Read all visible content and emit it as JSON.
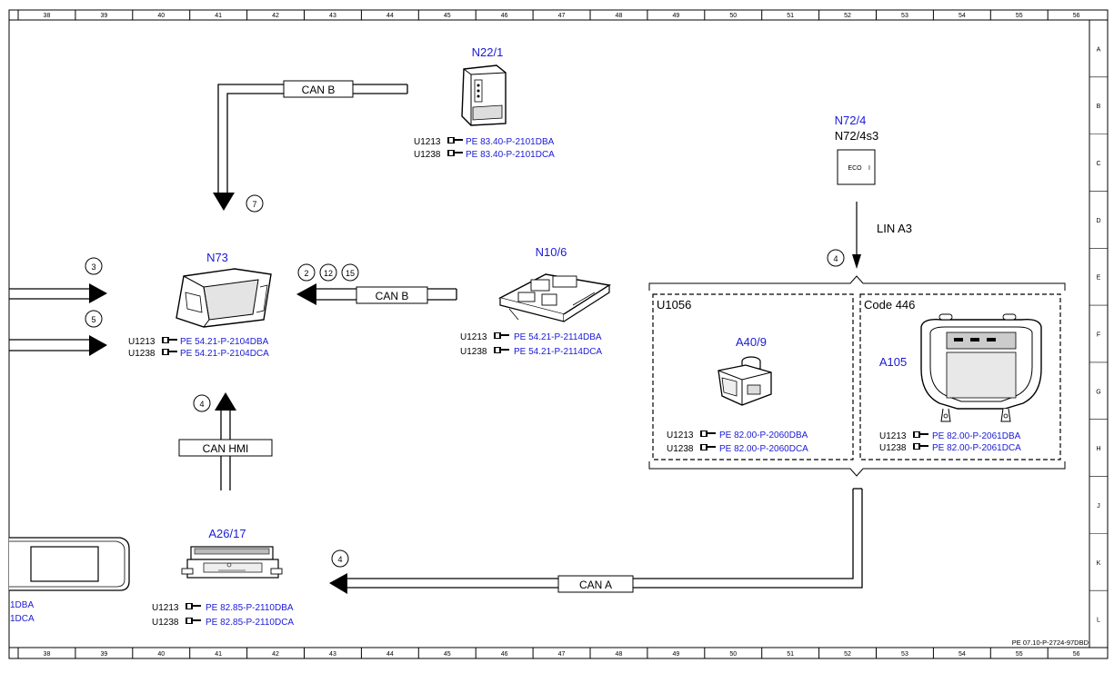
{
  "columns": [
    "38",
    "39",
    "40",
    "41",
    "42",
    "43",
    "44",
    "45",
    "46",
    "47",
    "48",
    "49",
    "50",
    "51",
    "52",
    "53",
    "54",
    "55",
    "56"
  ],
  "rows": [
    "A",
    "B",
    "C",
    "D",
    "E",
    "F",
    "G",
    "H",
    "J",
    "K",
    "L"
  ],
  "doc_id": "PE 07.10-P-2724-97DBD",
  "components": {
    "n22_1": {
      "label": "N22/1"
    },
    "n72_4": {
      "label": "N72/4",
      "sub": "N72/4s3",
      "switch_text": "ECO",
      "switch_mark": "I"
    },
    "n73": {
      "label": "N73"
    },
    "n10_6": {
      "label": "N10/6"
    },
    "a40_9": {
      "label": "A40/9"
    },
    "a105": {
      "label": "A105"
    },
    "a26_17": {
      "label": "A26/17"
    }
  },
  "refs": {
    "n22_1": [
      {
        "code": "U1213",
        "link": "PE 83.40-P-2101DBA"
      },
      {
        "code": "U1238",
        "link": "PE 83.40-P-2101DCA"
      }
    ],
    "n73": [
      {
        "code": "U1213",
        "link": "PE 54.21-P-2104DBA"
      },
      {
        "code": "U1238",
        "link": "PE 54.21-P-2104DCA"
      }
    ],
    "n10_6": [
      {
        "code": "U1213",
        "link": "PE 54.21-P-2114DBA"
      },
      {
        "code": "U1238",
        "link": "PE 54.21-P-2114DCA"
      }
    ],
    "a40_9": [
      {
        "code": "U1213",
        "link": "PE 82.00-P-2060DBA"
      },
      {
        "code": "U1238",
        "link": "PE 82.00-P-2060DCA"
      }
    ],
    "a105": [
      {
        "code": "U1213",
        "link": "PE 82.00-P-2061DBA"
      },
      {
        "code": "U1238",
        "link": "PE 82.00-P-2061DCA"
      }
    ],
    "a26_17": [
      {
        "code": "U1213",
        "link": "PE 82.85-P-2110DBA"
      },
      {
        "code": "U1238",
        "link": "PE 82.85-P-2110DCA"
      }
    ],
    "left_cut": [
      "1DBA",
      "1DCA"
    ]
  },
  "buses": {
    "can_b_top": "CAN B",
    "can_b_mid": "CAN B",
    "can_hmi": "CAN HMI",
    "can_a": "CAN A",
    "lin_a3": "LIN A3"
  },
  "groups": {
    "u1056": "U1056",
    "code446": "Code 446"
  },
  "circles": {
    "c7": "7",
    "c3": "3",
    "c5": "5",
    "c2": "2",
    "c12": "12",
    "c15": "15",
    "c4_hmi": "4",
    "c4_lin": "4",
    "c4_cana": "4"
  },
  "colors": {
    "link_blue": "#1a1ad6",
    "line": "#000000"
  }
}
